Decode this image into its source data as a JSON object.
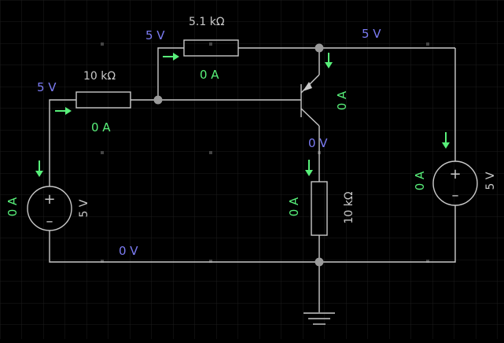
{
  "colors": {
    "background": "#000000",
    "grid": "#1c1c1c",
    "wire": "#c9c9c9",
    "voltage_label": "#7b7bf2",
    "current_label": "#58f07a",
    "component_label": "#c9c9c9",
    "current_arrow": "#58f07a"
  },
  "labels": {
    "v_top_left_wire": "5 V",
    "v_r2_left": "5 V",
    "v_top_right": "5 V",
    "v_emitter": "0 V",
    "v_bottom": "0 V",
    "r1_value": "10 kΩ",
    "r1_current": "0 A",
    "r2_value": "5.1 kΩ",
    "r2_current": "0 A",
    "r3_value": "10 kΩ",
    "r3_current": "0 A",
    "q_current": "0 A",
    "vs1_value": "5 V",
    "vs1_current": "0 A",
    "vs2_value": "5 V",
    "vs2_current": "0 A",
    "vs_plus": "+",
    "vs_minus": "–"
  }
}
